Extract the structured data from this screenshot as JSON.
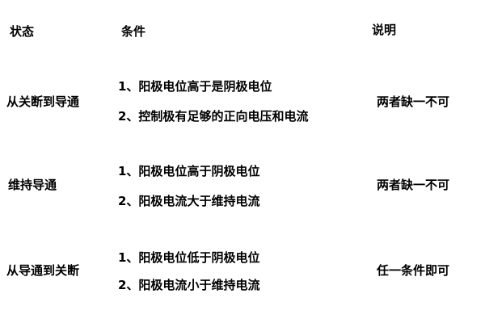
{
  "header": {
    "state": "状态",
    "condition": "条件",
    "note": "说明"
  },
  "rows": [
    {
      "state": "从关断到导通",
      "conditions": [
        "1、阳极电位高于是阴极电位",
        "2、控制极有足够的正向电压和电流"
      ],
      "note": "两者缺一不可"
    },
    {
      "state": "维持导通",
      "conditions": [
        "1、阳极电位高于阴极电位",
        "2、阳极电流大于维持电流"
      ],
      "note": "两者缺一不可"
    },
    {
      "state": "从导通到关断",
      "conditions": [
        "1、阳极电位低于阴极电位",
        "2、阳极电流小于维持电流"
      ],
      "note": "任一条件即可"
    }
  ]
}
